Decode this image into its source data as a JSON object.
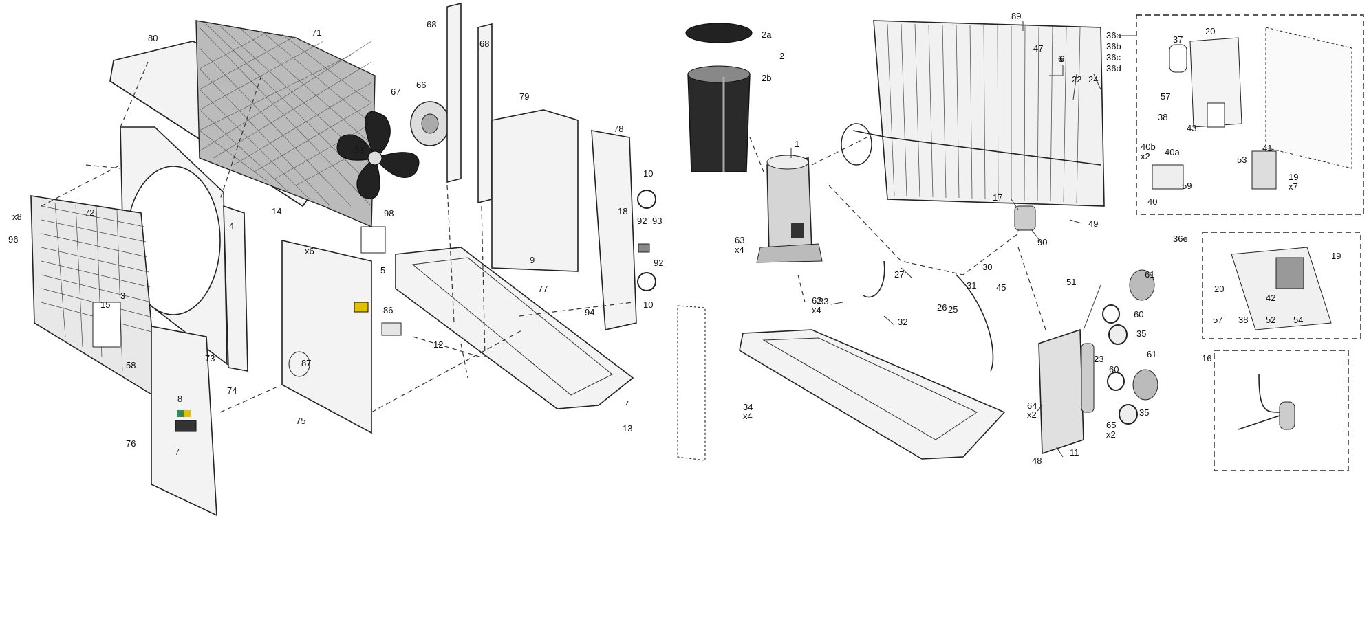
{
  "left_labels": [
    "80",
    "71",
    "68",
    "68",
    "79",
    "78",
    "67",
    "66",
    "31",
    "14",
    "72",
    "x8",
    "96",
    "4",
    "98",
    "x6",
    "5",
    "3",
    "15",
    "86",
    "12",
    "77",
    "9",
    "18",
    "10",
    "92",
    "93",
    "92",
    "94",
    "10",
    "6",
    "8",
    "7",
    "58",
    "73",
    "74",
    "75",
    "87",
    "76",
    "13"
  ],
  "right_labels": [
    "2a",
    "2",
    "2b",
    "1",
    "63",
    "x4",
    "62",
    "x4",
    "89",
    "47",
    "6",
    "22",
    "24",
    "17",
    "90",
    "49",
    "27",
    "33",
    "26",
    "25",
    "31",
    "30",
    "45",
    "51",
    "32",
    "61",
    "60",
    "35",
    "61",
    "60",
    "35",
    "23",
    "64",
    "x2",
    "65",
    "x2",
    "48",
    "11",
    "34",
    "x4"
  ],
  "inset_top_labels": [
    "36a",
    "36b",
    "36c",
    "36d",
    "37",
    "20",
    "57",
    "43",
    "38",
    "40b",
    "x2",
    "40a",
    "40",
    "53",
    "41",
    "19",
    "x7",
    "59"
  ],
  "inset_mid_labels": [
    "36e",
    "19",
    "20",
    "57",
    "38",
    "42",
    "52",
    "54"
  ],
  "inset_bottom_labels": [
    "16"
  ],
  "colors": {
    "ink": "#222222",
    "paper": "#ffffff",
    "label_accent": "#2e8b57",
    "label_yellow": "#e0c000"
  }
}
